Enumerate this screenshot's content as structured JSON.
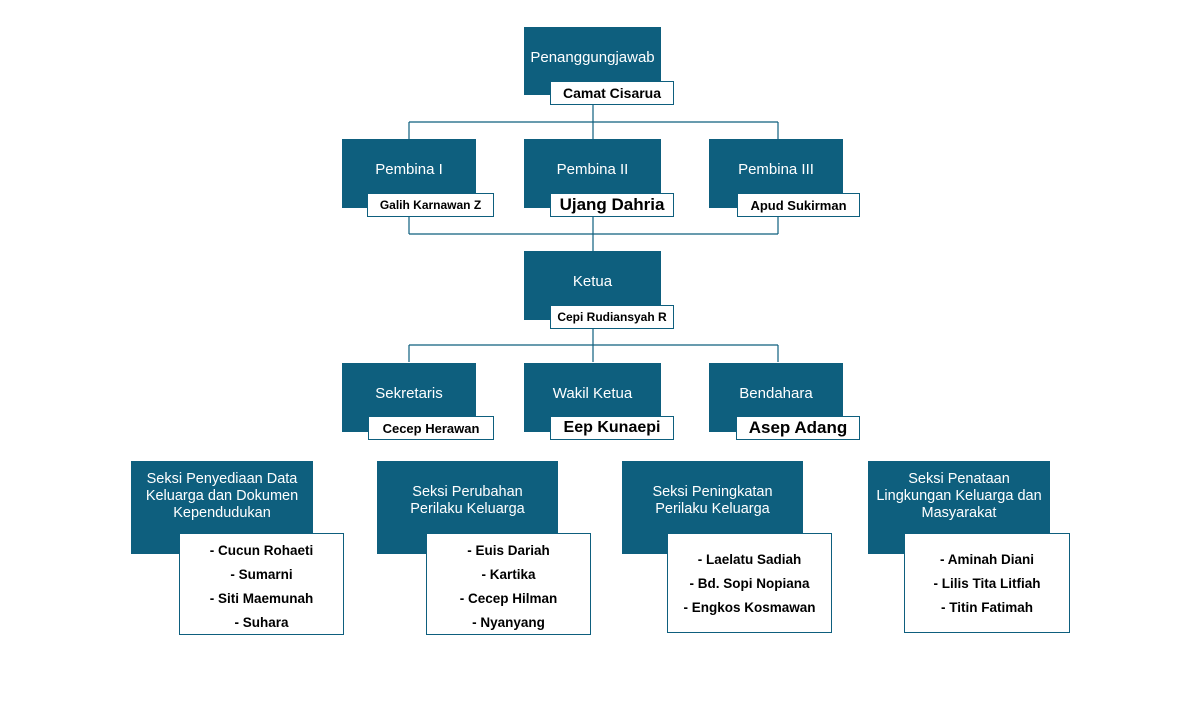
{
  "top": {
    "role": "Penanggungjawab",
    "name": "Camat Cisarua"
  },
  "pembina": [
    {
      "role": "Pembina I",
      "name": "Galih Karnawan Z"
    },
    {
      "role": "Pembina II",
      "name": "Ujang Dahria"
    },
    {
      "role": "Pembina III",
      "name": "Apud Sukirman"
    }
  ],
  "ketua": {
    "role": "Ketua",
    "name": "Cepi Rudiansyah R"
  },
  "staff": [
    {
      "role": "Sekretaris",
      "name": "Cecep Herawan"
    },
    {
      "role": "Wakil Ketua",
      "name": "Eep Kunaepi"
    },
    {
      "role": "Bendahara",
      "name": "Asep Adang"
    }
  ],
  "sections": [
    {
      "title_lines": [
        "Seksi Penyediaan Data",
        "Keluarga dan Dokumen",
        "Kependudukan"
      ],
      "members": [
        "- Cucun Rohaeti",
        "- Sumarni",
        "- Siti Maemunah",
        "- Suhara"
      ]
    },
    {
      "title_lines": [
        "Seksi Perubahan",
        "Perilaku Keluarga"
      ],
      "members": [
        "- Euis Dariah",
        "- Kartika",
        "- Cecep Hilman",
        "- Nyanyang"
      ]
    },
    {
      "title_lines": [
        "Seksi Peningkatan",
        "Perilaku Keluarga"
      ],
      "members": [
        "- Laelatu Sadiah",
        "- Bd. Sopi Nopiana",
        "- Engkos Kosmawan"
      ]
    },
    {
      "title_lines": [
        "Seksi Penataan",
        "Lingkungan Keluarga dan",
        "Masyarakat"
      ],
      "members": [
        "- Aminah Diani",
        "- Lilis Tita Litfiah",
        "- Titin Fatimah"
      ]
    }
  ],
  "colors": {
    "box": "#0e5f7e",
    "connector": "#0e5f7e",
    "name_box_bg": "#ffffff"
  }
}
